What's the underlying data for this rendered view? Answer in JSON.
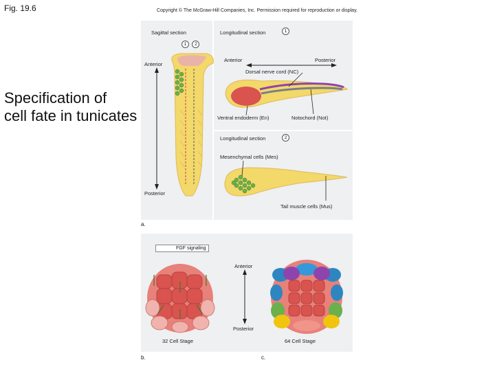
{
  "figure_label": "Fig. 19.6",
  "copyright": "Copyright © The McGraw-Hill Companies, Inc. Permission required for reproduction or display.",
  "title_line1": "Specification of",
  "title_line2": "cell fate in tunicates",
  "panel_a": {
    "sagittal_section": "Sagittal section",
    "marker_1": "1",
    "marker_2": "2",
    "longitudinal_section_1": "Longitudinal section",
    "longitudinal_section_2": "Longitudinal section",
    "anterior_left": "Anterior",
    "posterior_left": "Posterior",
    "anterior_right": "Anterior",
    "posterior_right": "Posterior",
    "dorsal_nerve_cord": "Dorsal nerve cord (NC)",
    "ventral_endoderm": "Ventral endoderm (En)",
    "notochord": "Notochord (Not)",
    "mesenchymal_cells": "Mesenchymal cells (Mes)",
    "tail_muscle_cells": "Tail muscle cells (Mus)",
    "letter": "a."
  },
  "panel_b": {
    "fgf_signaling": "FGF signaling",
    "stage": "32 Cell Stage",
    "letter": "b."
  },
  "panel_c": {
    "anterior": "Anterior",
    "posterior": "Posterior",
    "stage": "64 Cell Stage",
    "letter": "c."
  },
  "colors": {
    "embryo_yellow": "#f3d86a",
    "endoderm_red": "#d9534f",
    "mesenchyme_green": "#6ab04c",
    "notochord_gray": "#7a7f86",
    "nerve_purple": "#8e44ad",
    "panel_bg": "#eef0f2"
  }
}
